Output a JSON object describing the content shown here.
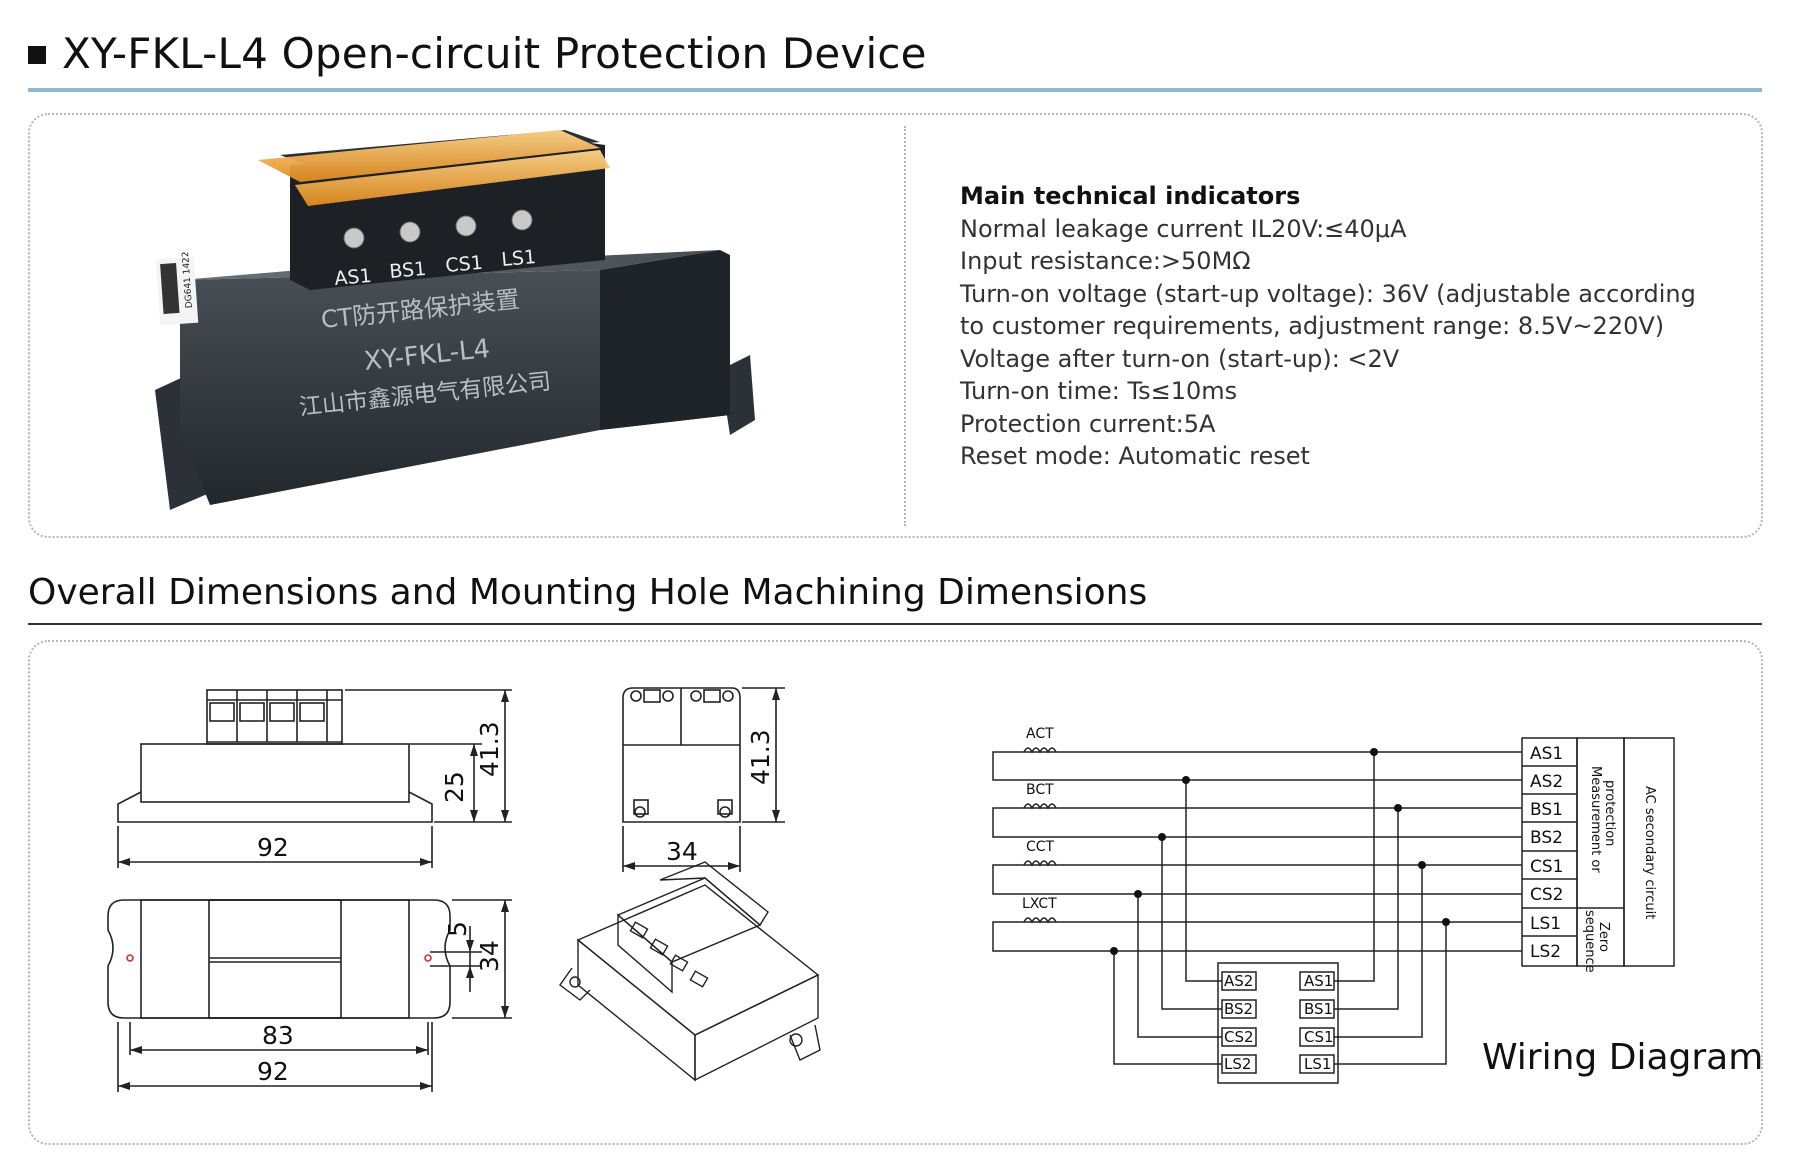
{
  "header": {
    "title": "XY-FKL-L4 Open-circuit Protection Device"
  },
  "device": {
    "terminals": [
      "AS1",
      "BS1",
      "CS1",
      "LS1"
    ],
    "body_line1": "CT防开路保护装置",
    "body_line2": "XY-FKL-L4",
    "body_line3": "江山市鑫源电气有限公司",
    "qr_text": "DG641 1422"
  },
  "specs": {
    "heading": "Main technical indicators",
    "lines": [
      "Normal leakage current IL20V:≤40μA",
      "Input resistance:>50MΩ",
      "Turn-on voltage (start-up voltage): 36V (adjustable according",
      "to customer requirements, adjustment range: 8.5V~220V)",
      "Voltage after turn-on (start-up): <2V",
      "Turn-on time: Ts≤10ms",
      "Protection current:5A",
      "Reset mode: Automatic reset"
    ]
  },
  "dimensions": {
    "heading": "Overall Dimensions and Mounting Hole Machining Dimensions",
    "front": {
      "width": "92",
      "height_body": "25",
      "height_total": "41.3"
    },
    "side": {
      "width": "34",
      "height_total": "41.3"
    },
    "top": {
      "hole_pitch": "83",
      "width": "92",
      "slot": "5",
      "depth": "34"
    }
  },
  "wiring": {
    "title": "Wiring Diagram",
    "cts": [
      "ACT",
      "BCT",
      "CCT",
      "LXCT"
    ],
    "terminals": [
      "AS1",
      "AS2",
      "BS1",
      "BS2",
      "CS1",
      "CS2",
      "LS1",
      "LS2"
    ],
    "group1_line1": "Measurement or",
    "group1_line2": "protection",
    "group2_line1": "Zero",
    "group2_line2": "sequence",
    "ac_label": "AC secondary circuit",
    "device_left": [
      "AS2",
      "BS2",
      "CS2",
      "LS2"
    ],
    "device_right": [
      "AS1",
      "BS1",
      "CS1",
      "LS1"
    ]
  }
}
